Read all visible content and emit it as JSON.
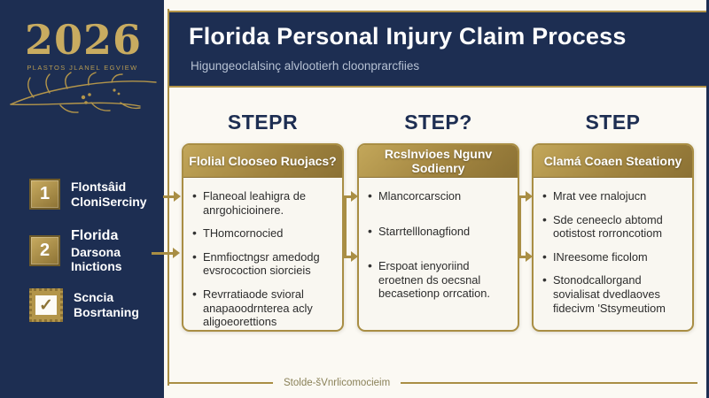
{
  "colors": {
    "navy": "#1d2e52",
    "gold": "#a98e44",
    "gold_light": "#c8ab60",
    "cream": "#fbf9f3",
    "card_bg": "#f9f7f1",
    "subtitle_gray": "#b6c1d3"
  },
  "sidebar": {
    "year": "2026",
    "tagline": "PLASTOS JLANEL EGVIEW",
    "items": [
      {
        "badge": "1",
        "line1": "Flontsâid",
        "line2": "CloniSerciny"
      },
      {
        "badge": "2",
        "line1": "Florida",
        "line2": "Darsona Inictions"
      },
      {
        "badge": "✓",
        "line1": "Scncia",
        "line2": "Bosrtaning"
      }
    ]
  },
  "header": {
    "title": "Florida Personal Injury Claim Process",
    "subtitle": "Higungeoclalsinç alvlootierh cloonprarcfiies"
  },
  "columns": [
    {
      "step_label": "STEPR",
      "card_title": "Flolial Clooseo Ruojacs?",
      "bullets": [
        "Flaneoal leahigra de anrgohicioinere.",
        "THomcornocied",
        "Enmfioctngsr amedodg evsrocoction siorcieis",
        "Revrratiaode svioral anapaoodrnterea acly aligoeorettions"
      ]
    },
    {
      "step_label": "STEP?",
      "card_title": "Rcslnvioes Ngunv Sodienry",
      "bullets": [
        "Mlancorcarscion",
        "Starrtelllonagfiond",
        "Erspoat ienyoriind eroetnen ds oecsnal becasetionp orrcation."
      ]
    },
    {
      "step_label": "STEP",
      "card_title": "Clamá Coaen Steationy",
      "bullets": [
        "Mrat vee rnalojucn",
        "Sde ceneeclo abtomd ootistost rorroncotiom",
        "INreesome ficolom",
        "Stonodcallorgand sovialisat dvedlaoves fidecivm 'Stsymeutiom"
      ]
    }
  ],
  "footer": {
    "note": "Stolde-šVnrlicomocieim"
  }
}
